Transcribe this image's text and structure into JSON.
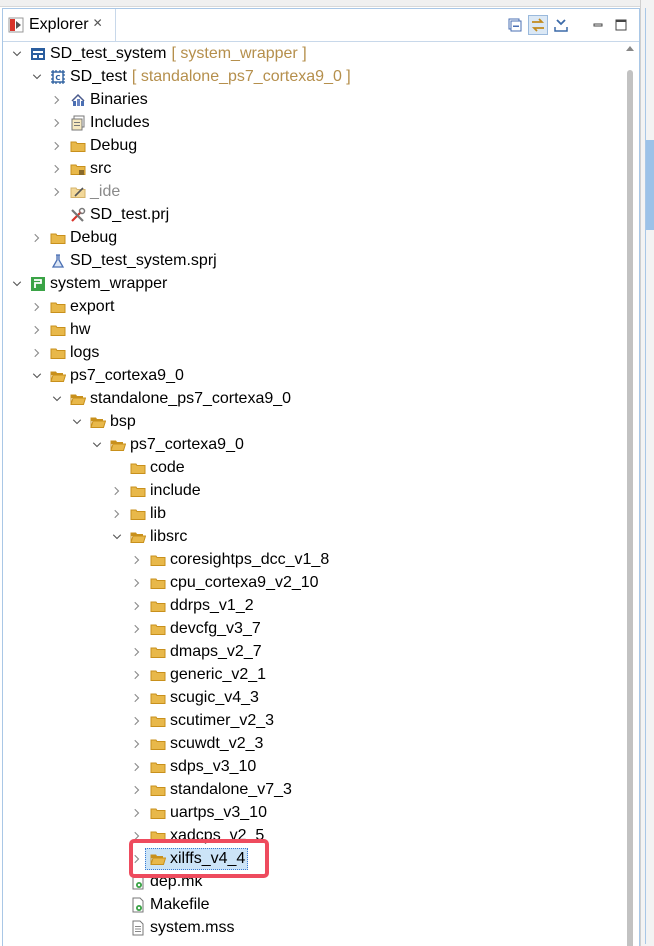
{
  "view": {
    "tab_title": "Explorer",
    "tab_close": "✕",
    "tools": [
      {
        "name": "collapse-all-icon",
        "active": false
      },
      {
        "name": "link-with-editor-icon",
        "active": true
      },
      {
        "name": "view-menu-icon",
        "active": false
      },
      {
        "name": "minimize-icon",
        "active": false
      },
      {
        "name": "maximize-icon",
        "active": false
      }
    ]
  },
  "tree": [
    {
      "depth": 0,
      "expanded": true,
      "icon": "system-project-icon",
      "label": "SD_test_system",
      "deco": "[ system_wrapper ]"
    },
    {
      "depth": 1,
      "expanded": true,
      "icon": "application-project-icon",
      "label": "SD_test",
      "deco": "[ standalone_ps7_cortexa9_0 ]"
    },
    {
      "depth": 2,
      "expanded": false,
      "icon": "binaries-icon",
      "label": "Binaries"
    },
    {
      "depth": 2,
      "expanded": false,
      "icon": "includes-icon",
      "label": "Includes"
    },
    {
      "depth": 2,
      "expanded": false,
      "icon": "folder-icon",
      "label": "Debug"
    },
    {
      "depth": 2,
      "expanded": false,
      "icon": "source-folder-icon",
      "label": "src"
    },
    {
      "depth": 2,
      "expanded": false,
      "icon": "hidden-folder-icon",
      "label": "_ide",
      "muted": true
    },
    {
      "depth": 2,
      "expanded": null,
      "icon": "project-file-icon",
      "label": "SD_test.prj"
    },
    {
      "depth": 1,
      "expanded": false,
      "icon": "folder-icon",
      "label": "Debug"
    },
    {
      "depth": 1,
      "expanded": null,
      "icon": "system-project-file-icon",
      "label": "SD_test_system.sprj"
    },
    {
      "depth": 0,
      "expanded": true,
      "icon": "platform-project-icon",
      "label": "system_wrapper"
    },
    {
      "depth": 1,
      "expanded": false,
      "icon": "folder-icon",
      "label": "export"
    },
    {
      "depth": 1,
      "expanded": false,
      "icon": "folder-icon",
      "label": "hw"
    },
    {
      "depth": 1,
      "expanded": false,
      "icon": "folder-icon",
      "label": "logs"
    },
    {
      "depth": 1,
      "expanded": true,
      "icon": "folder-open-icon",
      "label": "ps7_cortexa9_0"
    },
    {
      "depth": 2,
      "expanded": true,
      "icon": "folder-open-icon",
      "label": "standalone_ps7_cortexa9_0"
    },
    {
      "depth": 3,
      "expanded": true,
      "icon": "folder-open-icon",
      "label": "bsp"
    },
    {
      "depth": 4,
      "expanded": true,
      "icon": "folder-open-icon",
      "label": "ps7_cortexa9_0"
    },
    {
      "depth": 5,
      "expanded": null,
      "icon": "folder-icon",
      "label": "code"
    },
    {
      "depth": 5,
      "expanded": false,
      "icon": "folder-icon",
      "label": "include"
    },
    {
      "depth": 5,
      "expanded": false,
      "icon": "folder-icon",
      "label": "lib"
    },
    {
      "depth": 5,
      "expanded": true,
      "icon": "folder-open-icon",
      "label": "libsrc"
    },
    {
      "depth": 6,
      "expanded": false,
      "icon": "folder-icon",
      "label": "coresightps_dcc_v1_8"
    },
    {
      "depth": 6,
      "expanded": false,
      "icon": "folder-icon",
      "label": "cpu_cortexa9_v2_10"
    },
    {
      "depth": 6,
      "expanded": false,
      "icon": "folder-icon",
      "label": "ddrps_v1_2"
    },
    {
      "depth": 6,
      "expanded": false,
      "icon": "folder-icon",
      "label": "devcfg_v3_7"
    },
    {
      "depth": 6,
      "expanded": false,
      "icon": "folder-icon",
      "label": "dmaps_v2_7"
    },
    {
      "depth": 6,
      "expanded": false,
      "icon": "folder-icon",
      "label": "generic_v2_1"
    },
    {
      "depth": 6,
      "expanded": false,
      "icon": "folder-icon",
      "label": "scugic_v4_3"
    },
    {
      "depth": 6,
      "expanded": false,
      "icon": "folder-icon",
      "label": "scutimer_v2_3"
    },
    {
      "depth": 6,
      "expanded": false,
      "icon": "folder-icon",
      "label": "scuwdt_v2_3"
    },
    {
      "depth": 6,
      "expanded": false,
      "icon": "folder-icon",
      "label": "sdps_v3_10"
    },
    {
      "depth": 6,
      "expanded": false,
      "icon": "folder-icon",
      "label": "standalone_v7_3"
    },
    {
      "depth": 6,
      "expanded": false,
      "icon": "folder-icon",
      "label": "uartps_v3_10"
    },
    {
      "depth": 6,
      "expanded": false,
      "icon": "folder-icon",
      "label": "xadcps_v2_5"
    },
    {
      "depth": 6,
      "expanded": false,
      "icon": "folder-open-icon",
      "label": "xilffs_v4_4",
      "selected": true
    },
    {
      "depth": 5,
      "expanded": null,
      "icon": "makefile-icon",
      "label": "dep.mk"
    },
    {
      "depth": 5,
      "expanded": null,
      "icon": "makefile-icon",
      "label": "Makefile"
    },
    {
      "depth": 5,
      "expanded": null,
      "icon": "text-file-icon",
      "label": "system.mss"
    }
  ],
  "colors": {
    "folder": "#e8b84a",
    "folder_dark": "#c8901c",
    "selection": "#cce4f7",
    "highlight": "#ee4b5e",
    "decoration": "#b58f4c"
  }
}
